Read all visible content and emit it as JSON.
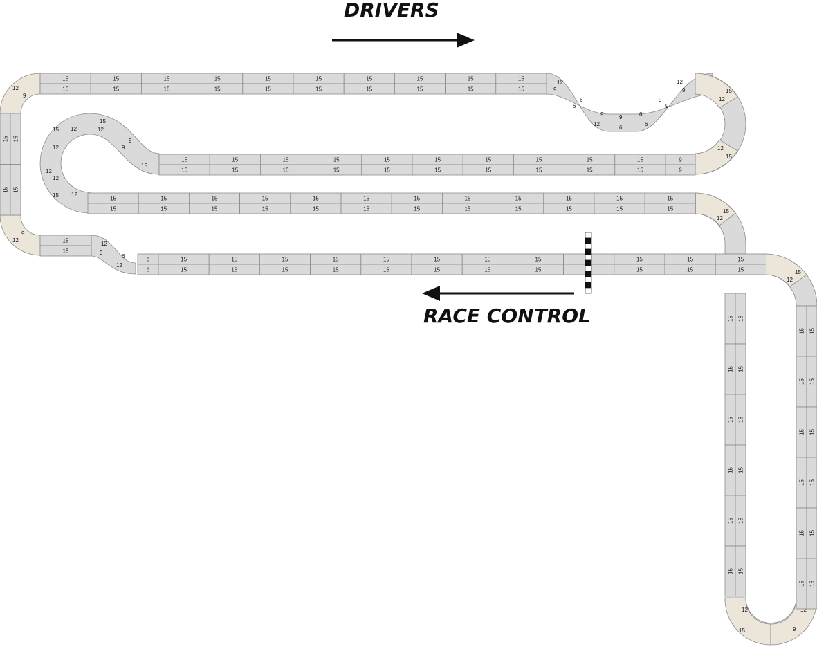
{
  "labels": {
    "drivers": "DRIVERS",
    "race_control": "RACE CONTROL"
  },
  "colors": {
    "track_fill": "#dadada",
    "border_fill": "#ece6da",
    "line": "#8a8a8a",
    "text": "#111111"
  },
  "track": {
    "top_straight": {
      "outer": [
        "15",
        "15",
        "15",
        "15",
        "15",
        "15",
        "15",
        "15",
        "15",
        "15"
      ],
      "inner": [
        "15",
        "15",
        "15",
        "15",
        "15",
        "15",
        "15",
        "15",
        "15",
        "15"
      ]
    },
    "second_straight": {
      "outer": [
        "15",
        "15",
        "15",
        "15",
        "15",
        "15",
        "15",
        "15",
        "15",
        "15",
        "9"
      ],
      "inner": [
        "15",
        "15",
        "15",
        "15",
        "15",
        "15",
        "15",
        "15",
        "15",
        "15",
        "9"
      ]
    },
    "third_straight": {
      "outer": [
        "15",
        "15",
        "15",
        "15",
        "15",
        "15",
        "15",
        "15",
        "15",
        "15",
        "15",
        "15"
      ],
      "inner": [
        "15",
        "15",
        "15",
        "15",
        "15",
        "15",
        "15",
        "15",
        "15",
        "15",
        "15",
        "15"
      ]
    },
    "main_straight": {
      "outer": [
        "6",
        "15",
        "15",
        "15",
        "15",
        "15",
        "15",
        "15",
        "15",
        "12",
        "15",
        "15",
        "15"
      ],
      "inner": [
        "6",
        "15",
        "15",
        "15",
        "15",
        "15",
        "15",
        "15",
        "15",
        "12",
        "15",
        "15",
        "15"
      ]
    },
    "left_vertical": {
      "outer": [
        "15",
        "15"
      ],
      "inner": [
        "15",
        "15"
      ]
    },
    "right_vertical_inner": {
      "left": [
        "15",
        "15",
        "15",
        "15",
        "15",
        "15"
      ],
      "right": [
        "15",
        "15",
        "15",
        "15",
        "15",
        "15"
      ]
    },
    "right_vertical_outer": {
      "left": [
        "15",
        "15",
        "15",
        "15",
        "15"
      ],
      "right": [
        "15",
        "15",
        "15",
        "15",
        "15"
      ]
    },
    "bottom_left_jog": {
      "outer": [
        "15"
      ],
      "inner": [
        "15"
      ]
    },
    "curve_labels": {
      "left_top_corner": [
        "12",
        "9"
      ],
      "left_bottom_corner": [
        "12",
        "9"
      ],
      "chicane_top": [
        "12",
        "9",
        "6",
        "6",
        "9",
        "6"
      ],
      "chicane_mid": [
        "12",
        "9",
        "6",
        "6",
        "9",
        "9"
      ],
      "hairpin_right_top": [
        "15",
        "12",
        "15",
        "12"
      ],
      "loop_left": [
        "15",
        "12",
        "12",
        "15",
        "12",
        "9",
        "9",
        "12",
        "15",
        "12",
        "12",
        "15"
      ],
      "jog_curve": [
        "12",
        "9",
        "6",
        "12"
      ],
      "right_turn_down": [
        "15",
        "12"
      ],
      "right_turn_down_2": [
        "15",
        "12"
      ],
      "bottom_hairpin": [
        "12",
        "15",
        "9",
        "12"
      ]
    }
  }
}
